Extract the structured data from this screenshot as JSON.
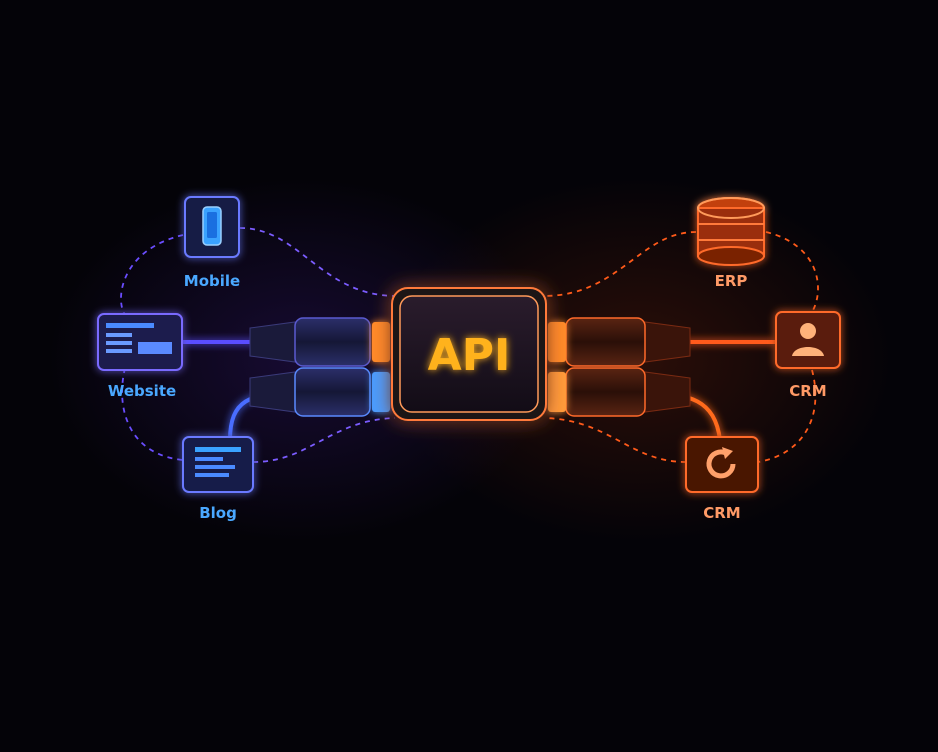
{
  "center": {
    "label": "API"
  },
  "left_nodes": [
    {
      "label": "Mobile",
      "icon": "phone-icon"
    },
    {
      "label": "Website",
      "icon": "webpage-icon"
    },
    {
      "label": "Blog",
      "icon": "blog-post-icon"
    }
  ],
  "right_nodes": [
    {
      "label": "ERP",
      "icon": "database-icon"
    },
    {
      "label": "CRM",
      "icon": "user-icon"
    },
    {
      "label": "CRM",
      "icon": "refresh-icon"
    }
  ],
  "colors": {
    "left_glow": "#6a4dff",
    "left_label": "#4aa8ff",
    "right_glow": "#ff5a1a",
    "right_label": "#ff9a66",
    "api_text": "#ffb21e"
  }
}
